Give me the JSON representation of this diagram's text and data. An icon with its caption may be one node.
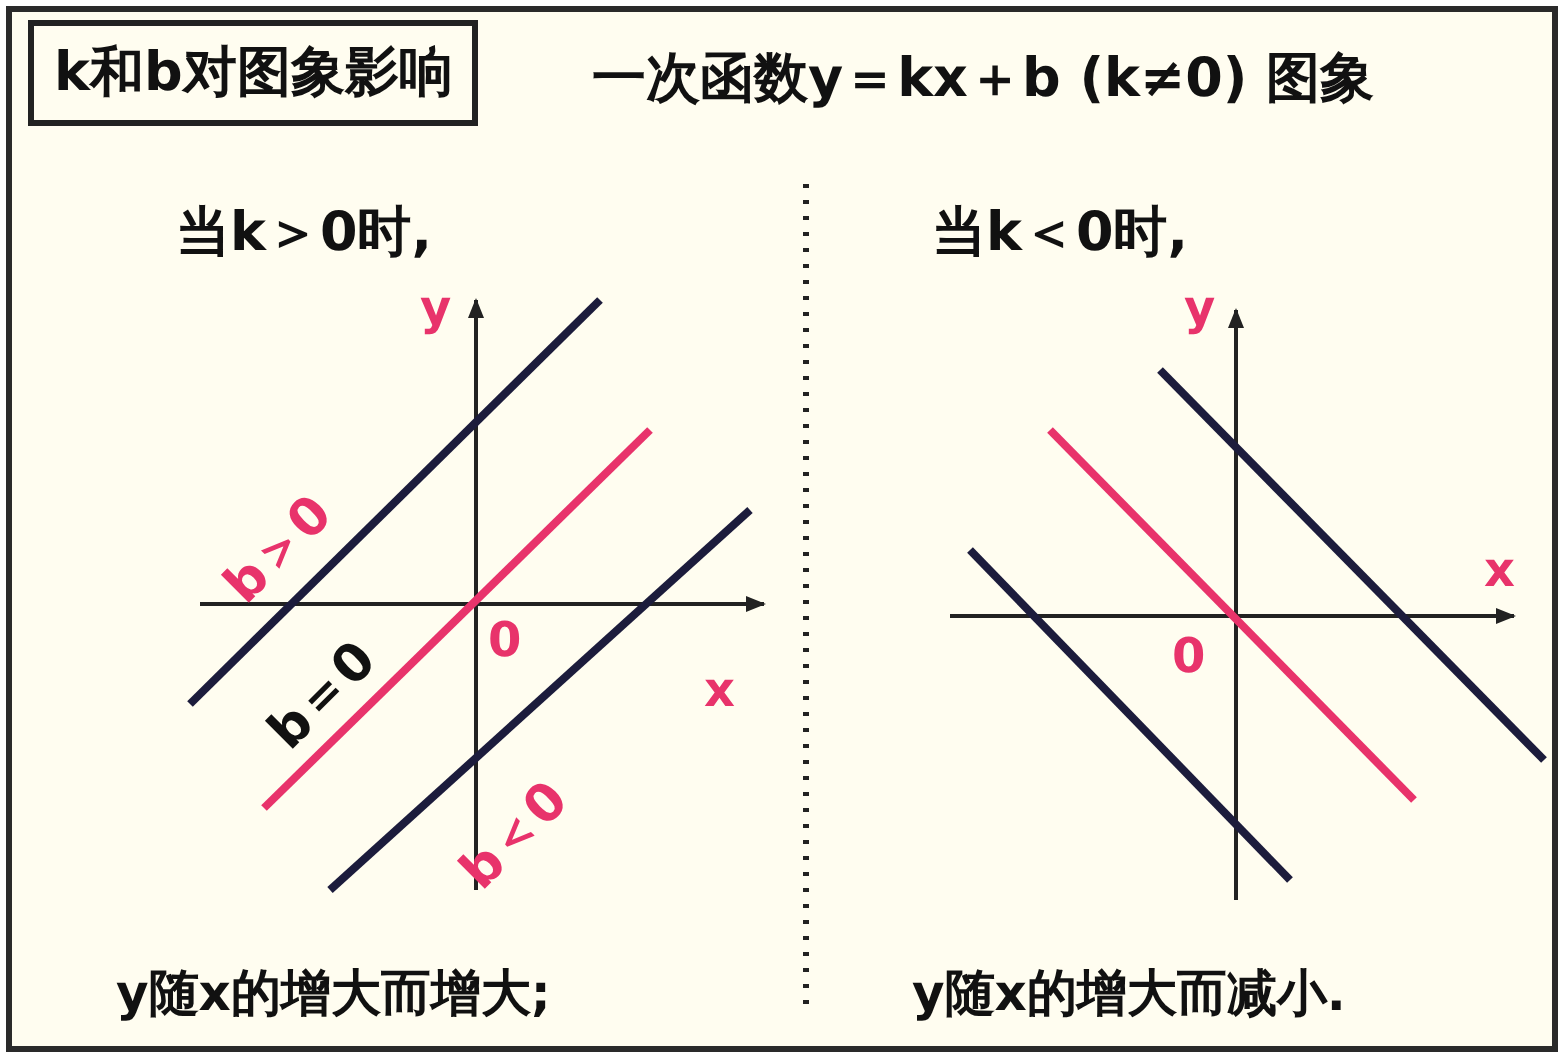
{
  "diagram": {
    "title": "一次函数y＝kx＋b (k≠0) 图象",
    "labels": [
      "**k**和**b**对图象影响",
      "当k＞0时,",
      "当k＜0时,",
      "y",
      "y",
      "b＞0",
      "x",
      "x",
      "b＝0",
      "0",
      "0",
      "b＜0",
      "y随x的**增大**而**增大**;",
      "y随x的增大而**减小**."
    ]
  }
}
